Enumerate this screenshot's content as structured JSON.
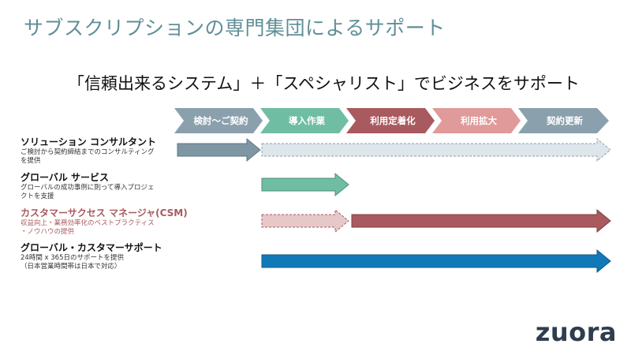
{
  "title": "サブスクリプションの専門集団によるサポート",
  "subtitle": "「信頼出来るシステム」＋「スペシャリスト」でビジネスをサポート",
  "phases": [
    {
      "label": "検討〜ご契約",
      "color": "#8aa0ad"
    },
    {
      "label": "導入作業",
      "color": "#6fbea3"
    },
    {
      "label": "利用定着化",
      "color": "#a85a5f"
    },
    {
      "label": "利用拡大",
      "color": "#e09a9a"
    },
    {
      "label": "契約更新",
      "color": "#8aa0ad"
    }
  ],
  "rows": [
    {
      "title": "ソリューション コンサルタント",
      "desc": [
        "ご検討から契約締結までのコンサルティング",
        "を提供"
      ]
    },
    {
      "title": "グローバル サービス",
      "desc": [
        "グローバルの成功事例に則って導入プロジェ",
        "クトを支援"
      ]
    },
    {
      "title": "カスタマーサクセス マネージャ(CSM)",
      "desc": [
        "収益向上・業務効率化のベストプラクティス",
        "・ノウハウの提供"
      ]
    },
    {
      "title": "グローバル・カスタマーサポート",
      "desc": [
        "24時間 x 365日のサポートを提供",
        "（日本営業時間帯は日本で対応）"
      ]
    }
  ],
  "colors": {
    "consultant": "#7f96a4",
    "services": "#6fbea3",
    "csm": "#a85a5f",
    "csm_light": "#e7c8c8",
    "support": "#1279b8",
    "dashed_light": "#dde6ea"
  },
  "logo": "zuora"
}
